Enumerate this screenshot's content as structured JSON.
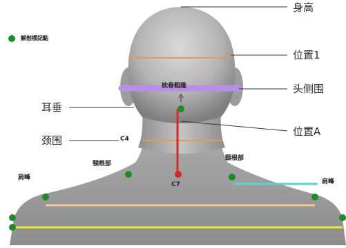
{
  "legend": {
    "text": "解剖標記點"
  },
  "labels": {
    "height": "身高",
    "position1": "位置1",
    "head_lateral_circumference": "头侧围",
    "position_a": "位置A",
    "earlobe": "耳垂",
    "neck_circumference": "颈围",
    "shoulder_peak_left": "肩峰",
    "shoulder_peak_right": "肩峰",
    "occipital_distance": "枕骨粗隆",
    "c4": "C4",
    "c7": "C7",
    "neck_root_left": "頸根部",
    "neck_root_right": "頸根部"
  },
  "colors": {
    "landmark_green": "#1f8a2a",
    "c7_red": "#d8262a",
    "head_circ_purple": "#b690e8",
    "position1_orange": "#e39a5a",
    "neck_circ_orange": "#e39a5a",
    "shoulder_cyan": "#5cd2d2",
    "shoulder_peach": "#f3c79a",
    "shoulder_yellow": "#e6e84a",
    "vertical_red": "#e0232a"
  }
}
